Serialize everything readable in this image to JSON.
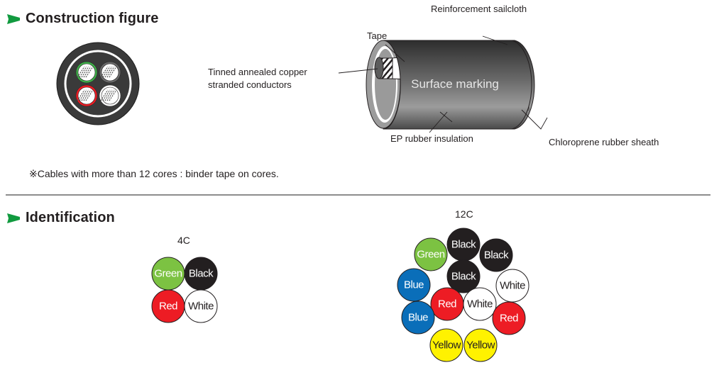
{
  "colors": {
    "accent_arrow": "#119a3f",
    "text": "#231f20",
    "divider": "#8c8c8c",
    "sheath": "#3a3a3a",
    "green": "#3fae49",
    "id_green": "#7cc242",
    "black": "#231f20",
    "red": "#ed1c24",
    "blue": "#0a6eb9",
    "yellow": "#fff200",
    "white": "#ffffff"
  },
  "construction": {
    "title": "Construction figure",
    "arrow_icon": "green-chevron-icon",
    "cross_section": {
      "cores": [
        {
          "color_name": "Green",
          "color_key": "green"
        },
        {
          "color_name": "Black",
          "color_key": "black"
        },
        {
          "color_name": "Red",
          "color_key": "red"
        },
        {
          "color_name": "White",
          "color_key": "white"
        }
      ]
    },
    "labels": {
      "tape": "Tape",
      "reinforcement": "Reinforcement sailcloth",
      "conductors_line1": "Tinned annealed copper",
      "conductors_line2": "stranded conductors",
      "surface_marking": "Surface marking",
      "insulation": "EP rubber insulation",
      "sheath": "Chloroprene rubber sheath"
    },
    "note": "※Cables with more than 12 cores : binder tape on cores."
  },
  "identification": {
    "title": "Identification",
    "arrow_icon": "green-chevron-icon",
    "groups": [
      {
        "label": "4C",
        "cores": [
          {
            "name": "Green",
            "color_key": "id_green",
            "text_color": "#ffffff"
          },
          {
            "name": "Black",
            "color_key": "black",
            "text_color": "#ffffff"
          },
          {
            "name": "Red",
            "color_key": "red",
            "text_color": "#ffffff"
          },
          {
            "name": "White",
            "color_key": "white",
            "text_color": "#231f20"
          }
        ]
      },
      {
        "label": "12C",
        "cores": [
          {
            "name": "Black",
            "color_key": "black",
            "text_color": "#ffffff"
          },
          {
            "name": "Green",
            "color_key": "id_green",
            "text_color": "#ffffff"
          },
          {
            "name": "Black",
            "color_key": "black",
            "text_color": "#ffffff"
          },
          {
            "name": "Black",
            "color_key": "black",
            "text_color": "#ffffff"
          },
          {
            "name": "Blue",
            "color_key": "blue",
            "text_color": "#ffffff"
          },
          {
            "name": "White",
            "color_key": "white",
            "text_color": "#231f20"
          },
          {
            "name": "Red",
            "color_key": "red",
            "text_color": "#ffffff"
          },
          {
            "name": "White",
            "color_key": "white",
            "text_color": "#231f20"
          },
          {
            "name": "Blue",
            "color_key": "blue",
            "text_color": "#ffffff"
          },
          {
            "name": "Red",
            "color_key": "red",
            "text_color": "#ffffff"
          },
          {
            "name": "Yellow",
            "color_key": "yellow",
            "text_color": "#231f20"
          },
          {
            "name": "Yellow",
            "color_key": "yellow",
            "text_color": "#231f20"
          }
        ]
      }
    ]
  }
}
